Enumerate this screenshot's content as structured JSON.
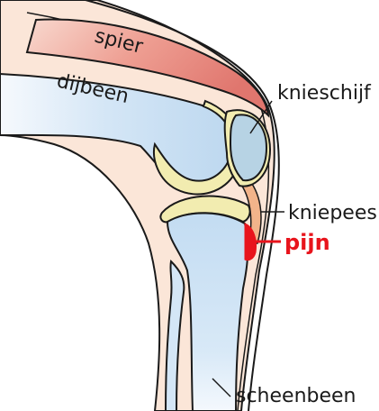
{
  "labels": {
    "muscle": "spier",
    "thigh_bone": "dijbeen",
    "kneecap": "knieschijf",
    "patellar_tendon": "kniepees",
    "pain": "pijn",
    "shin_bone": "scheenbeen"
  },
  "colors": {
    "skin": "#fbe6d8",
    "muscle": "#e88a82",
    "bone": "#cfe3f5",
    "cartilage": "#f2ecb0",
    "tendon": "#f2b48a",
    "pain": "#e8141c",
    "outline": "#1a1a1a"
  }
}
